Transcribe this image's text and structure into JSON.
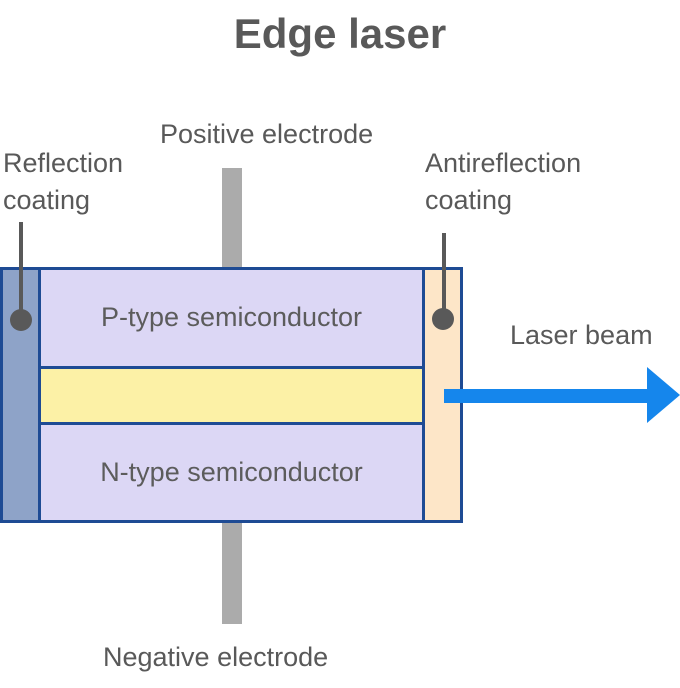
{
  "title": "Edge laser",
  "labels": {
    "positive_electrode": "Positive electrode",
    "negative_electrode": "Negative electrode",
    "reflection_coating": [
      "Reflection",
      "coating"
    ],
    "antireflection_coating": [
      "Antireflection",
      "coating"
    ],
    "p_type": "P-type semiconductor",
    "n_type": "N-type semiconductor",
    "laser_beam": "Laser beam"
  },
  "colors": {
    "outline_navy": "#1E4B94",
    "semiconductor_lavender": "#DCD7F5",
    "active_layer_yellow": "#FCF1A6",
    "reflection_coating_blue": "#8EA3C8",
    "antireflection_coating_peach": "#FDE6C8",
    "electrode_gray": "#ABABAB",
    "callout_gray": "#595959",
    "laser_beam_blue": "#1586EC",
    "text_gray": "#595959",
    "background": "#FFFFFF"
  }
}
